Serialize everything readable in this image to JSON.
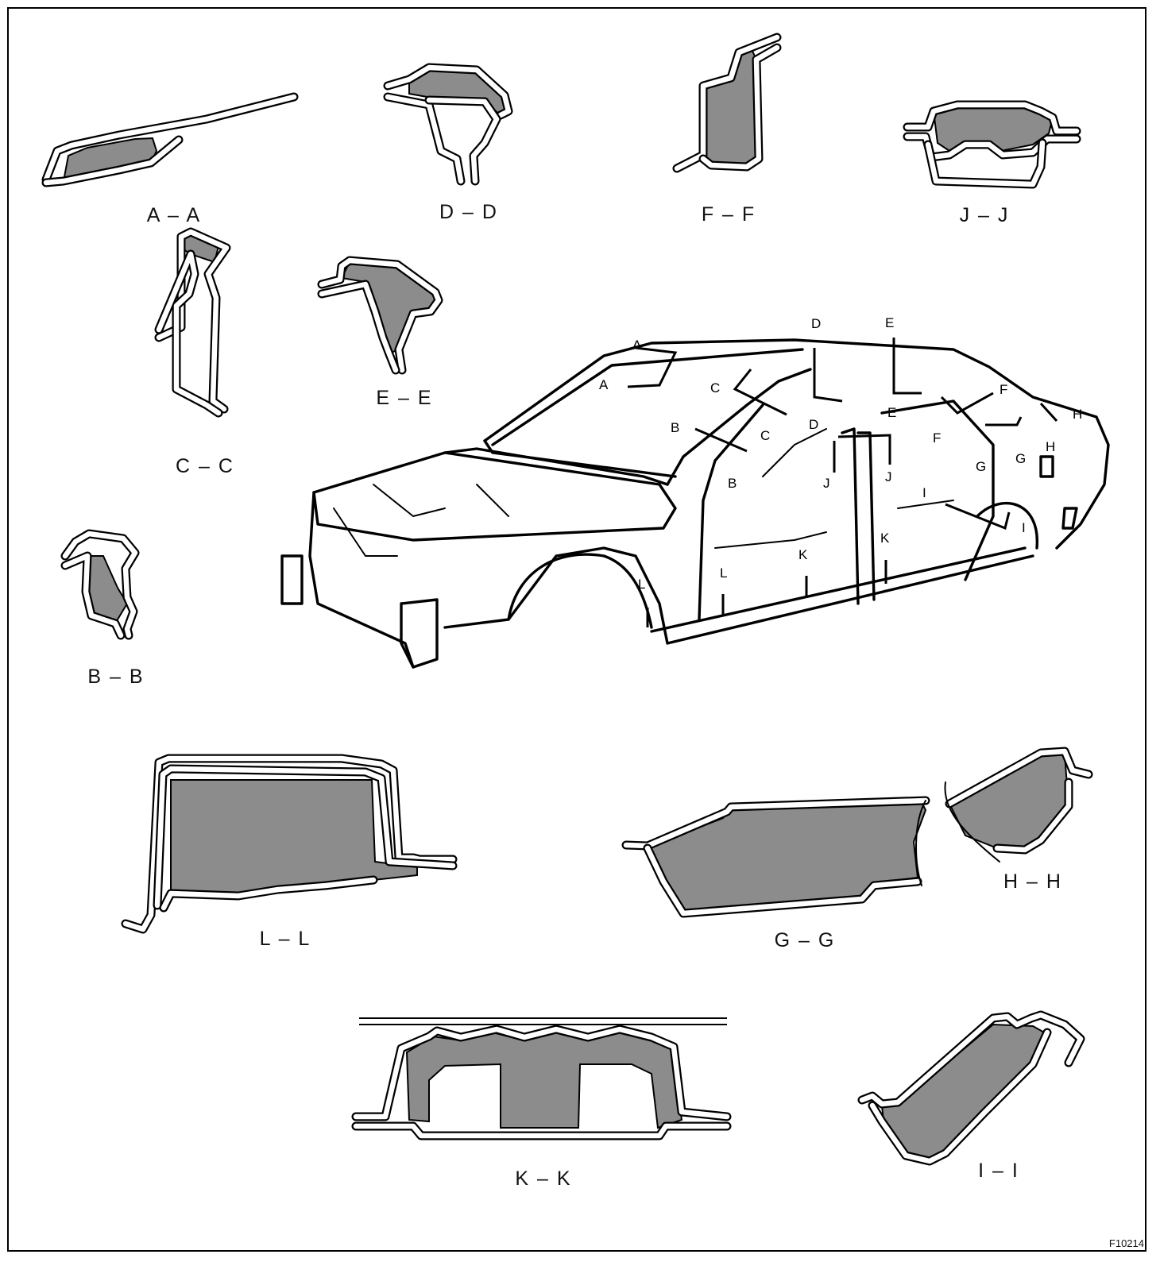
{
  "figure_id": "F10214",
  "section_labels": {
    "aa": "A – A",
    "dd": "D – D",
    "ff": "F – F",
    "jj": "J – J",
    "cc": "C – C",
    "ee": "E – E",
    "bb": "B – B",
    "ll": "L – L",
    "gg": "G – G",
    "hh": "H – H",
    "kk": "K – K",
    "ii": "I – I"
  },
  "car_callouts": [
    "A",
    "A",
    "B",
    "B",
    "C",
    "C",
    "D",
    "D",
    "E",
    "E",
    "F",
    "F",
    "G",
    "G",
    "H",
    "H",
    "I",
    "I",
    "J",
    "J",
    "K",
    "K",
    "L",
    "L"
  ]
}
